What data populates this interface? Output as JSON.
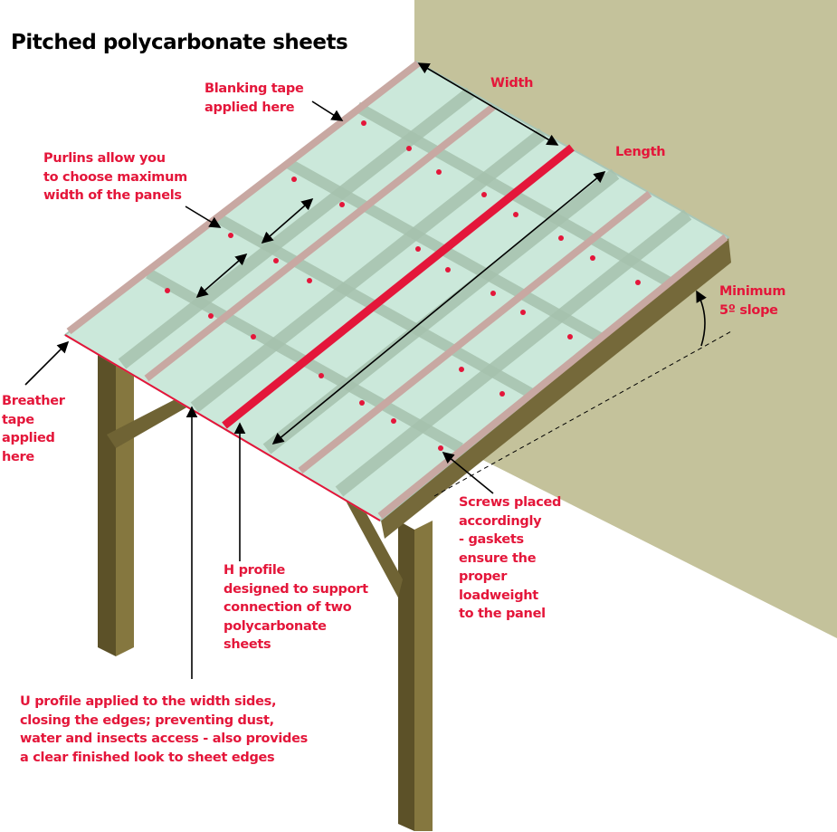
{
  "title": "Pitched polycarbonate sheets",
  "labels": {
    "blanking_tape": "Blanking tape\napplied here",
    "width": "Width",
    "length": "Length",
    "purlins": "Purlins allow you\nto choose maximum\nwidth of the panels",
    "minimum_slope": "Minimum\n5º slope",
    "breather_tape": "Breather\ntape\napplied\nhere",
    "screws": "Screws placed\naccordingly\n- gaskets\nensure the\nproper\nloadweight\nto the panel",
    "h_profile": "H profile\ndesigned to support\nconnection of two\npolycarbonate\nsheets",
    "u_profile": "U profile applied to the width sides,\nclosing the edges; preventing dust,\nwater and insects access - also provides\na clear finished look to sheet edges"
  },
  "colors": {
    "accent_red": "#e4163a",
    "wall": "#c4c29b",
    "wood": "#7d7040",
    "glass": "#cbe8da"
  }
}
